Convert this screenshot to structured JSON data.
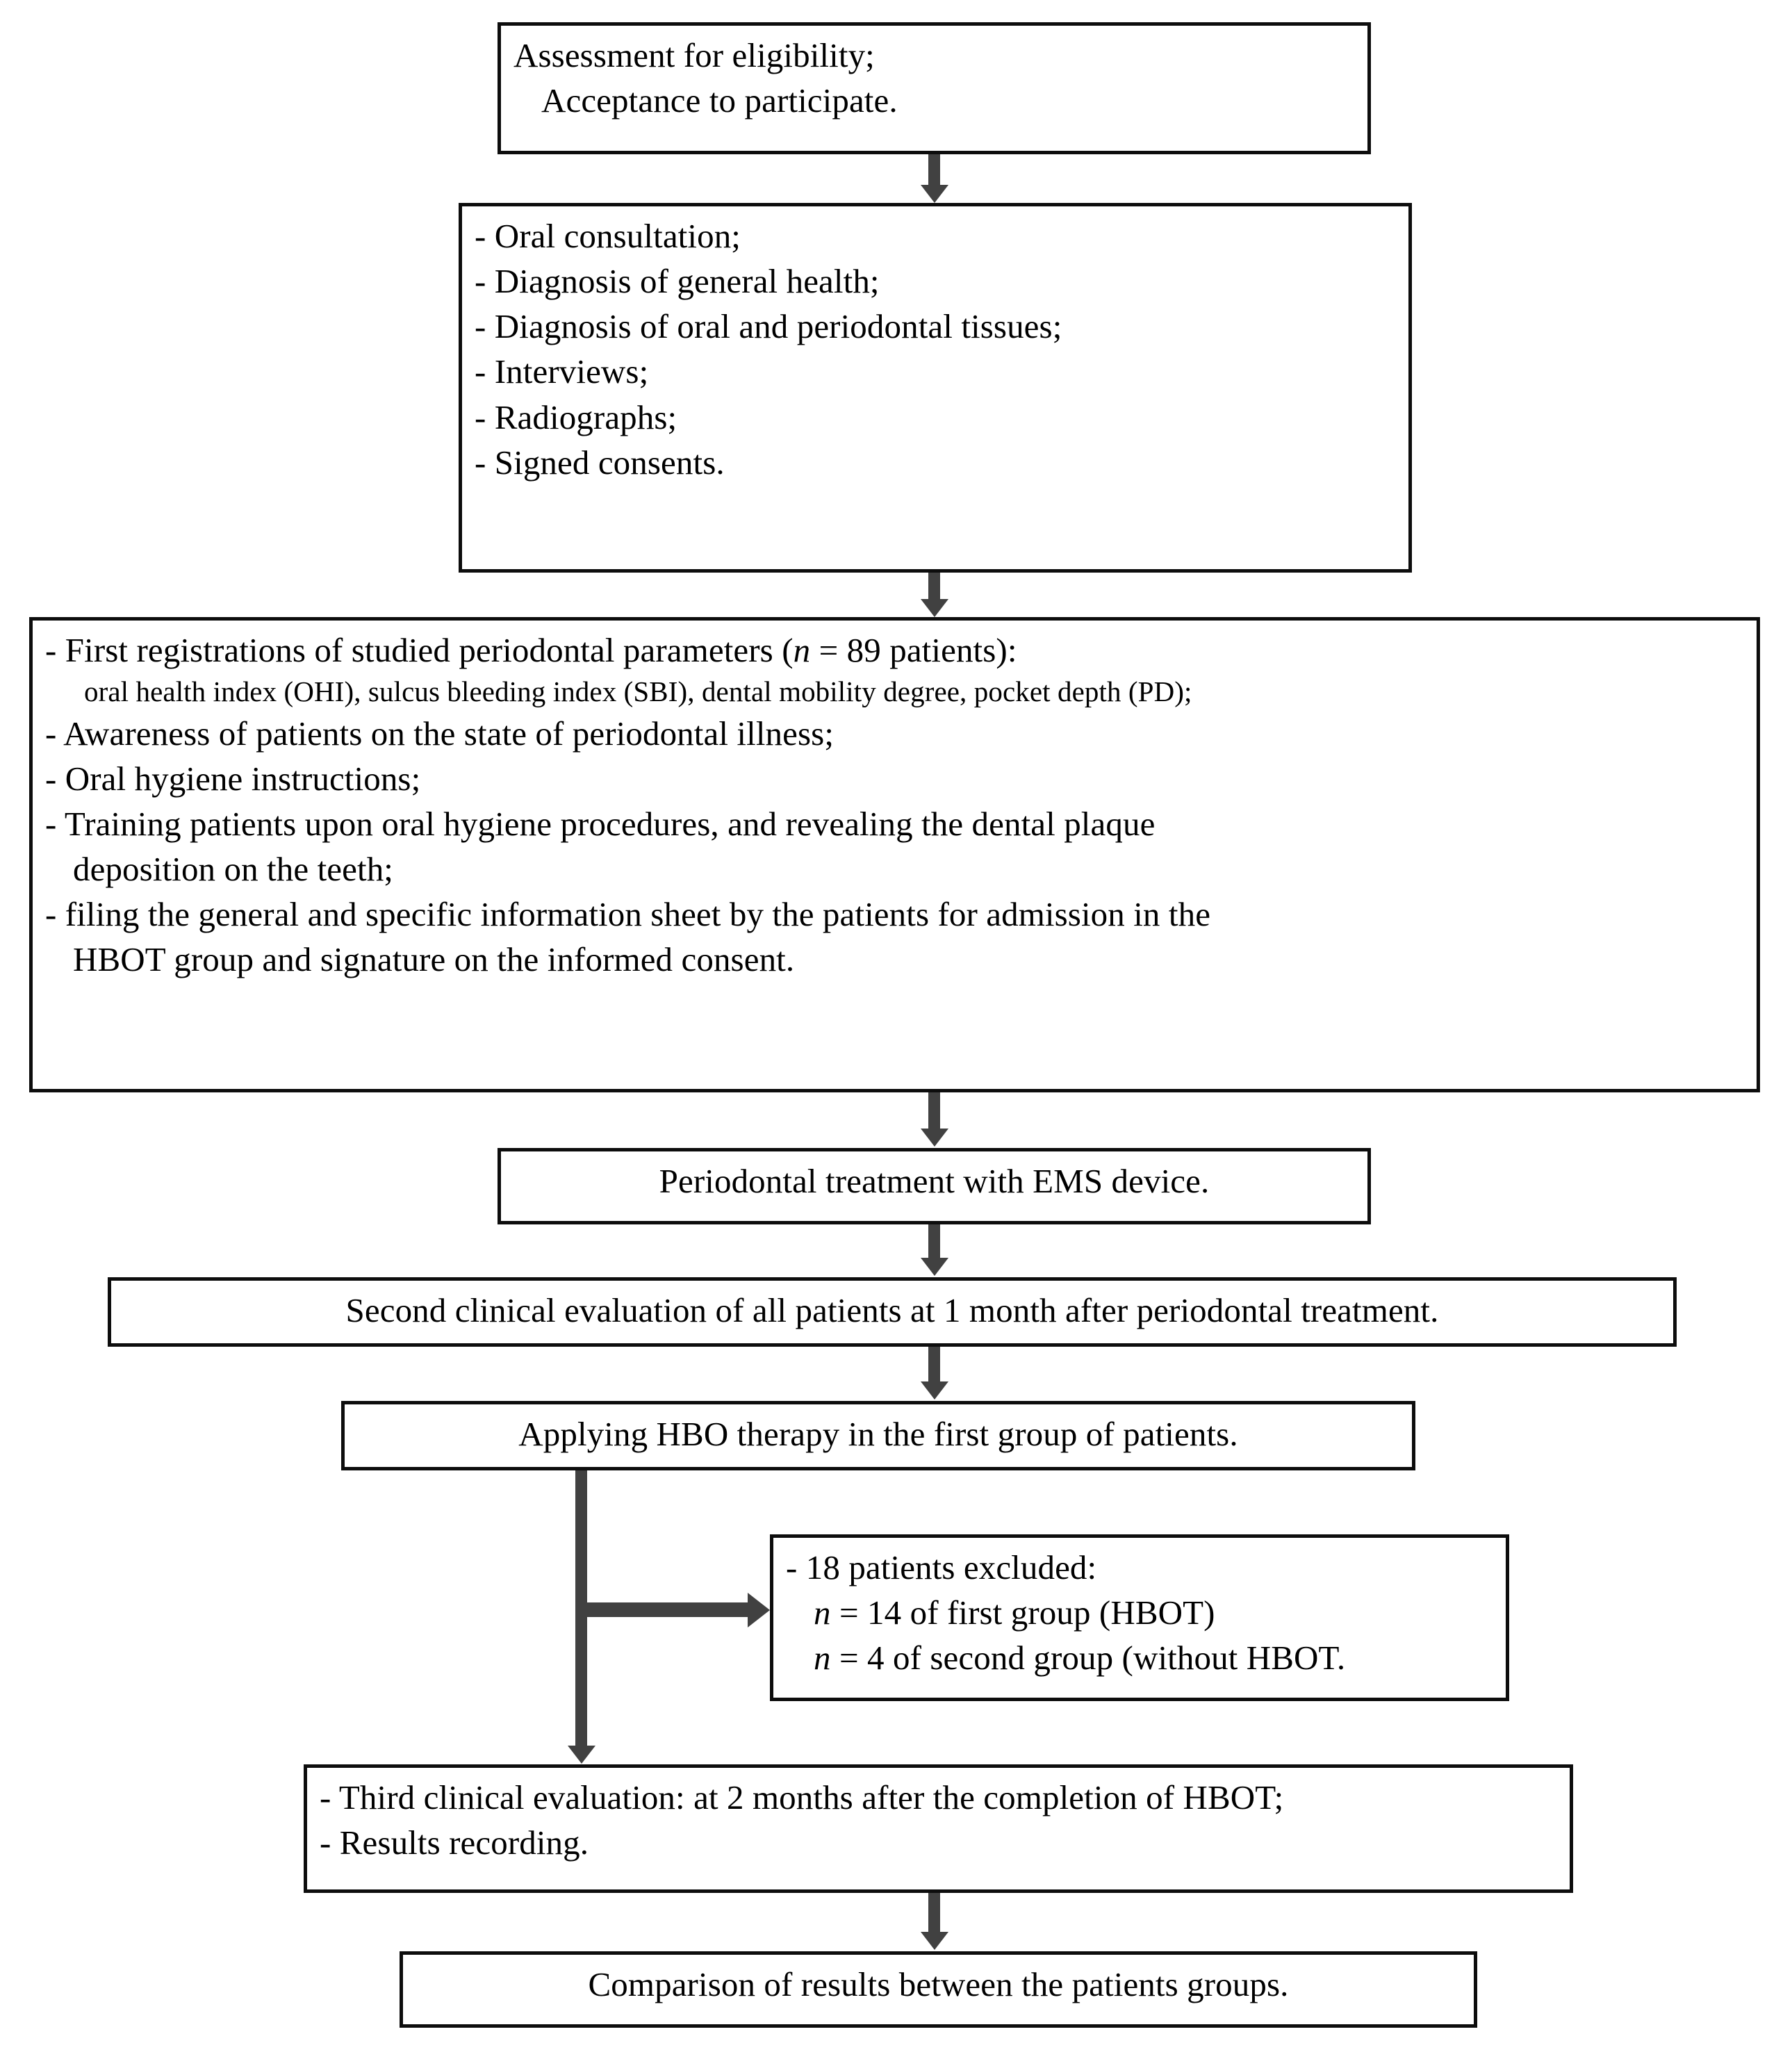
{
  "diagram": {
    "title": "Clinical study flowchart: periodontal treatment with HBOT",
    "colors": {
      "box_border": "#0d0d0d",
      "box_fill": "#ffffff",
      "arrow": "#414141",
      "text": "#000000"
    },
    "nodes": [
      {
        "id": "eligibility",
        "lines": [
          "Assessment for eligibility;",
          "Acceptance to participate."
        ]
      },
      {
        "id": "workup",
        "lines": [
          "- Oral consultation;",
          "- Diagnosis of general health;",
          "- Diagnosis of oral and periodontal tissues;",
          "- Interviews;",
          "- Radiographs;",
          "- Signed consents."
        ]
      },
      {
        "id": "registrations",
        "lines": [
          "- First registrations of studied periodontal parameters (",
          "n",
          " = 89 patients):",
          "oral health index (OHI), sulcus bleeding index (SBI), dental mobility degree, pocket depth (PD);",
          "- Awareness of patients on the state of periodontal illness;",
          "- Oral hygiene instructions;",
          "- Training patients upon oral hygiene procedures, and revealing the dental plaque",
          "deposition on the teeth;",
          "- filing the general and specific information sheet by the patients for admission in the",
          "HBOT group and signature on the informed consent."
        ]
      },
      {
        "id": "ems",
        "lines": [
          "Periodontal treatment with EMS device."
        ]
      },
      {
        "id": "second_eval",
        "lines": [
          "Second clinical evaluation of all patients at 1 month after periodontal treatment."
        ]
      },
      {
        "id": "hbo",
        "lines": [
          "Applying HBO therapy in the first group of patients."
        ]
      },
      {
        "id": "excluded",
        "lines": [
          "- 18 patients excluded:",
          "n",
          " = 14 of first group (HBOT)",
          "n",
          " = 4 of second group (without HBOT."
        ]
      },
      {
        "id": "third_eval",
        "lines": [
          "- Third clinical evaluation: at 2 months after the completion of HBOT;",
          "- Results recording."
        ]
      },
      {
        "id": "comparison",
        "lines": [
          "Comparison of results between the patients groups."
        ]
      }
    ],
    "text": {
      "eligibility_l1": "Assessment for eligibility;",
      "eligibility_l2": "Acceptance to participate.",
      "workup_l1": "- Oral consultation;",
      "workup_l2": "- Diagnosis of general health;",
      "workup_l3": "- Diagnosis of oral and periodontal tissues;",
      "workup_l4": "- Interviews;",
      "workup_l5": "- Radiographs;",
      "workup_l6": "- Signed consents.",
      "reg_l1_a": "- First registrations of studied periodontal parameters (",
      "reg_l1_n": "n",
      "reg_l1_b": " = 89 patients):",
      "reg_l2": "oral health index (OHI), sulcus bleeding index (SBI), dental mobility degree, pocket depth (PD);",
      "reg_l3": "- Awareness of patients on the state of periodontal illness;",
      "reg_l4": "- Oral hygiene instructions;",
      "reg_l5": "- Training patients upon oral hygiene procedures, and revealing the dental plaque",
      "reg_l6": "deposition on the teeth;",
      "reg_l7": "- filing the general and specific information sheet by the patients for admission in the",
      "reg_l8": "HBOT group and signature on the informed consent.",
      "ems_l1": "Periodontal treatment with EMS device.",
      "second_eval_l1": "Second clinical evaluation of all patients at 1 month after periodontal treatment.",
      "hbo_l1": "Applying HBO therapy in the first group of patients.",
      "excl_l1": "- 18 patients excluded:",
      "excl_l2_n": "n",
      "excl_l2_b": " = 14 of first group (HBOT)",
      "excl_l3_n": "n",
      "excl_l3_b": " = 4 of second group (without HBOT.",
      "third_l1": "- Third clinical evaluation: at 2 months after the completion of HBOT;",
      "third_l2": "- Results recording.",
      "comparison_l1": "Comparison of results between the patients groups."
    }
  }
}
